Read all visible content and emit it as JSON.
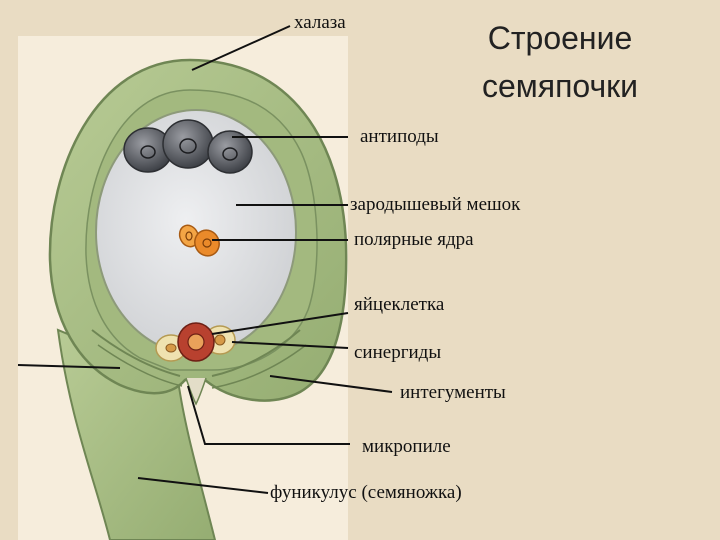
{
  "title": {
    "line1": "Строение",
    "line2": "семяпочки"
  },
  "labels": {
    "chalaza": "халаза",
    "antipodes": "антиподы",
    "embryo_sac": "зародышевый мешок",
    "polar_nuclei": "полярные ядра",
    "egg_cell": "яйцеклетка",
    "synergids": "синергиды",
    "integuments": "интегументы",
    "micropyle": "микропиле",
    "funiculus": "фуникулус (семяножка)"
  },
  "colors": {
    "background": "#e9dcc3",
    "panel": "#f6eddc",
    "ovule_green": "#a9bf86",
    "ovule_dark": "#6f8654",
    "embryo_sac": "#dfe0e2",
    "antipode_cells": "#5c5f66",
    "polar_nuclei": "#e88a2a",
    "egg_cell": "#b8412f",
    "synergids": "#efe2b0"
  }
}
